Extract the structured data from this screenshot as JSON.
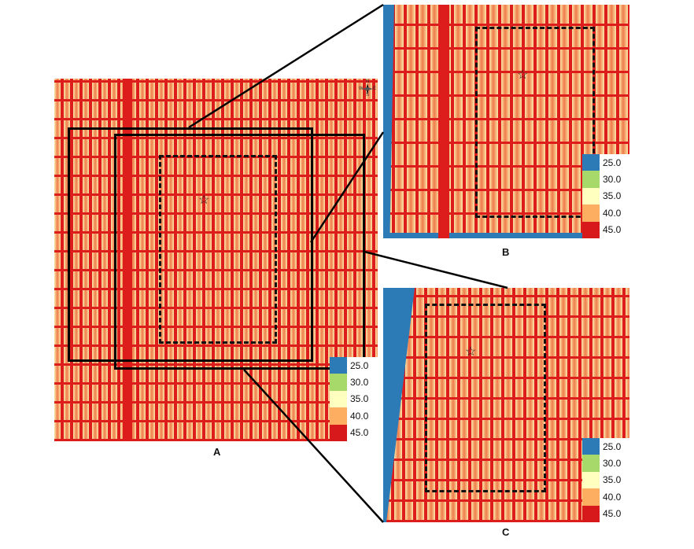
{
  "panels": {
    "a": {
      "label": "A"
    },
    "b": {
      "label": "B"
    },
    "c": {
      "label": "C"
    }
  },
  "compass": {
    "n": "N",
    "s": "S",
    "e": "E",
    "w": "W"
  },
  "star_glyph": "☆",
  "legend": [
    {
      "value": "25.0",
      "color": "#2c7bb6"
    },
    {
      "value": "30.0",
      "color": "#a6d96a"
    },
    {
      "value": "35.0",
      "color": "#ffffbf"
    },
    {
      "value": "40.0",
      "color": "#fdae61"
    },
    {
      "value": "45.0",
      "color": "#d7191c"
    }
  ],
  "colors": {
    "plot_red": "#dd1c1c",
    "plot_orange": "#f07a4a",
    "plot_light": "#fbe7a8",
    "plot_cool": "#bfe3d6",
    "edge_blue": "#2c7bb6"
  }
}
